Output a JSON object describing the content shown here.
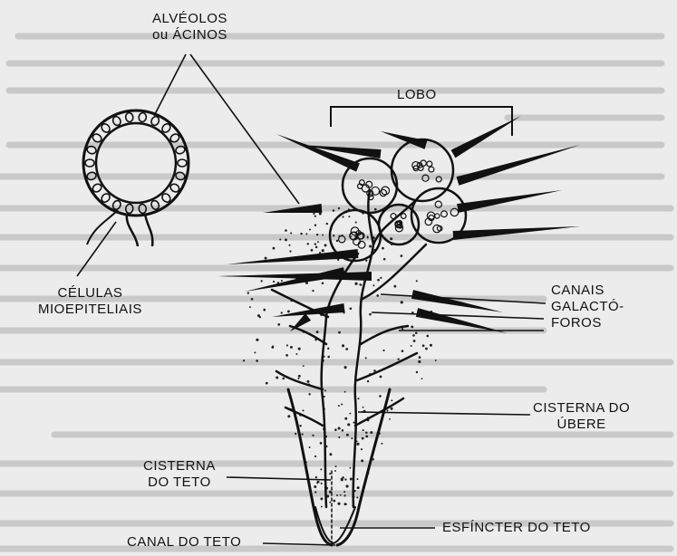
{
  "labels": {
    "alveolos": [
      "ALVÉOLOS",
      "ou ÁCINOS"
    ],
    "lobo": "LOBO",
    "celulas": [
      "CÉLULAS",
      "MIOEPITELIAIS"
    ],
    "canais": [
      "CANAIS",
      "GALACTÓ-",
      "FOROS"
    ],
    "cisterna_ubere": [
      "CISTERNA DO",
      "ÚBERE"
    ],
    "cisterna_teto": [
      "CISTERNA",
      "DO TETO"
    ],
    "esfincter": "ESFÍNCTER DO TETO",
    "canal": "CANAL DO TETO"
  }
}
